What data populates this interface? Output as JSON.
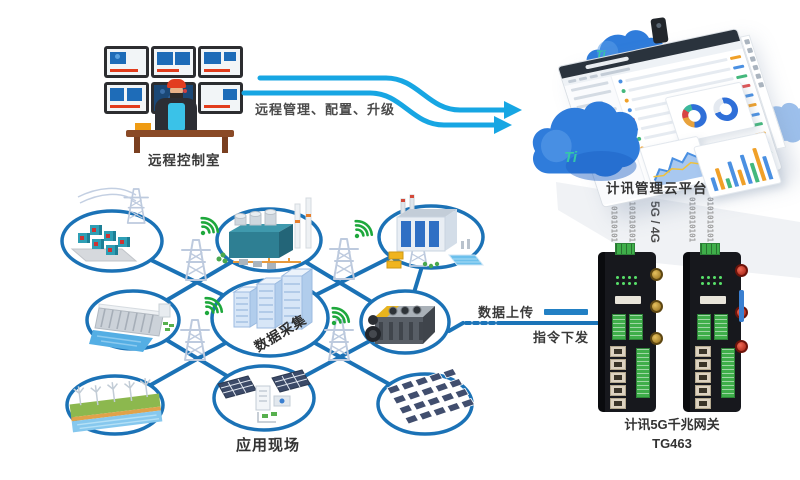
{
  "control_room": {
    "label": "远程控制室"
  },
  "remote_link": {
    "label": "远程管理、配置、升级"
  },
  "cloud_platform": {
    "label": "计讯管理云平台",
    "logo": "Ti"
  },
  "wireless": {
    "binary": "0101010101",
    "tech": "5G / 4G"
  },
  "data_link": {
    "upload": "数据上传",
    "download": "指令下发"
  },
  "gateway": {
    "name": "计讯5G千兆网关",
    "model": "TG463"
  },
  "mesh": {
    "hub_label": "数据采集",
    "site_label": "应用现场"
  },
  "nodes": [
    "substation",
    "factory",
    "water-plant",
    "hydro-dam",
    "data-hub",
    "engine",
    "wind-farm",
    "solar-station",
    "solar-array"
  ],
  "colors": {
    "mesh_blue": "#1b72b6",
    "arrow_cyan": "#17a6e3",
    "wifi_green": "#1ea83c",
    "cloud_blue": "#2f7cdb"
  }
}
